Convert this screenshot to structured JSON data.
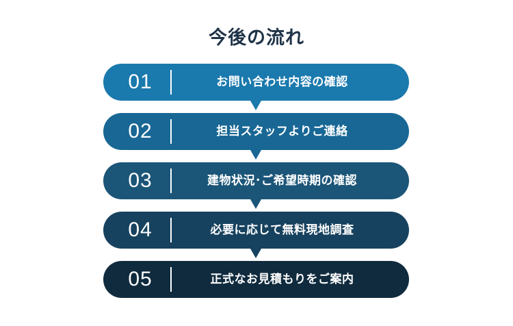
{
  "title": "今後の流れ",
  "colors": {
    "title": "#1f3347",
    "step_01": "#1a79ad",
    "step_02": "#186795",
    "step_03": "#1b5578",
    "step_04": "#17425f",
    "step_05": "#102b3e",
    "text": "#ffffff"
  },
  "steps": [
    {
      "number": "01",
      "label": "お問い合わせ内容の確認"
    },
    {
      "number": "02",
      "label": "担当スタッフよりご連絡"
    },
    {
      "number": "03",
      "label": "建物状況･ご希望時期の確認"
    },
    {
      "number": "04",
      "label": "必要に応じて無料現地調査"
    },
    {
      "number": "05",
      "label": "正式なお見積もりをご案内"
    }
  ]
}
